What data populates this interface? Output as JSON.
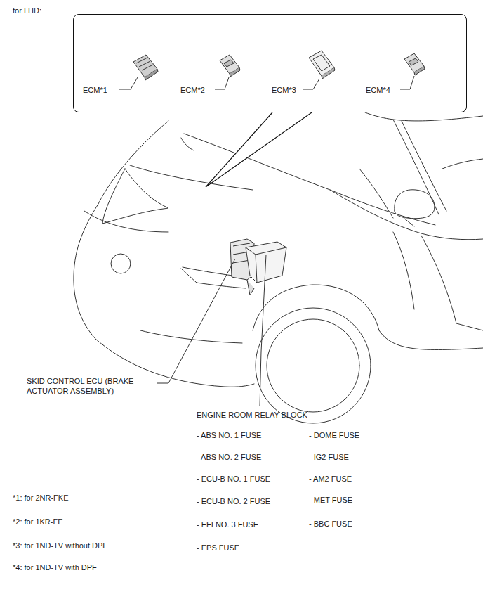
{
  "diagram": {
    "nodes": [
      {
        "text": [
          "ECM*1",
          "ECM*2",
          "ECM*3",
          "ECM*4"
        ]
      }
    ],
    "labels": [
      "for LHD:",
      "SKID CONTROL ECU (BRAKE ACTUATOR ASSEMBLY)",
      "ENGINE ROOM RELAY BLOCK",
      "- ABS NO. 1 FUSE",
      "- DOME FUSE",
      "- ABS NO. 2 FUSE",
      "- IG2 FUSE",
      "- ECU-B NO. 1 FUSE",
      "- AM2 FUSE",
      "- ECU-B NO. 2 FUSE",
      "- MET FUSE",
      "- EFI NO. 3 FUSE",
      "- BBC FUSE",
      "- EPS FUSE",
      "*1: for 2NR-FKE",
      "*2: for 1KR-FE",
      "*3: for 1ND-TV without DPF",
      "*4: for 1ND-TV with DPF"
    ]
  }
}
